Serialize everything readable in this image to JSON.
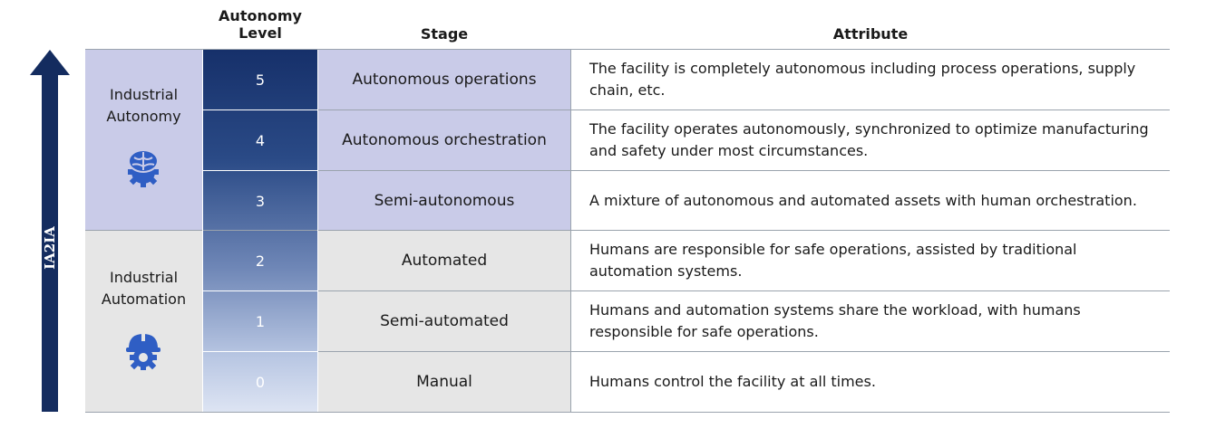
{
  "headers": {
    "autonomy_level": "Autonomy\nLevel",
    "stage": "Stage",
    "attribute": "Attribute"
  },
  "arrow_label": "IA2IA",
  "groups": [
    {
      "label": "Industrial\nAutonomy",
      "icon": "brain-gear-icon",
      "color": "#c9cbe8"
    },
    {
      "label": "Industrial\nAutomation",
      "icon": "hardhat-gear-icon",
      "color": "#e6e6e6"
    }
  ],
  "rows": [
    {
      "level": "5",
      "stage": "Autonomous operations",
      "attribute": "The facility is completely autonomous including process operations, supply chain, etc."
    },
    {
      "level": "4",
      "stage": "Autonomous orchestration",
      "attribute": "The facility operates autonomously, synchronized to optimize manufacturing and safety under most circumstances."
    },
    {
      "level": "3",
      "stage": "Semi-autonomous",
      "attribute": "A mixture of autonomous and automated assets with human orchestration."
    },
    {
      "level": "2",
      "stage": "Automated",
      "attribute": "Humans are responsible for safe operations, assisted by traditional automation systems."
    },
    {
      "level": "1",
      "stage": "Semi-automated",
      "attribute": "Humans and automation systems share the workload, with humans responsible for safe operations."
    },
    {
      "level": "0",
      "stage": "Manual",
      "attribute": "Humans control the facility at all times."
    }
  ],
  "colors": {
    "arrow": "#142c5f",
    "autonomy_fill": "#c9cbe8",
    "automation_fill": "#e6e6e6",
    "level_dark": "#16306a",
    "level_light": "#dde4f3"
  }
}
